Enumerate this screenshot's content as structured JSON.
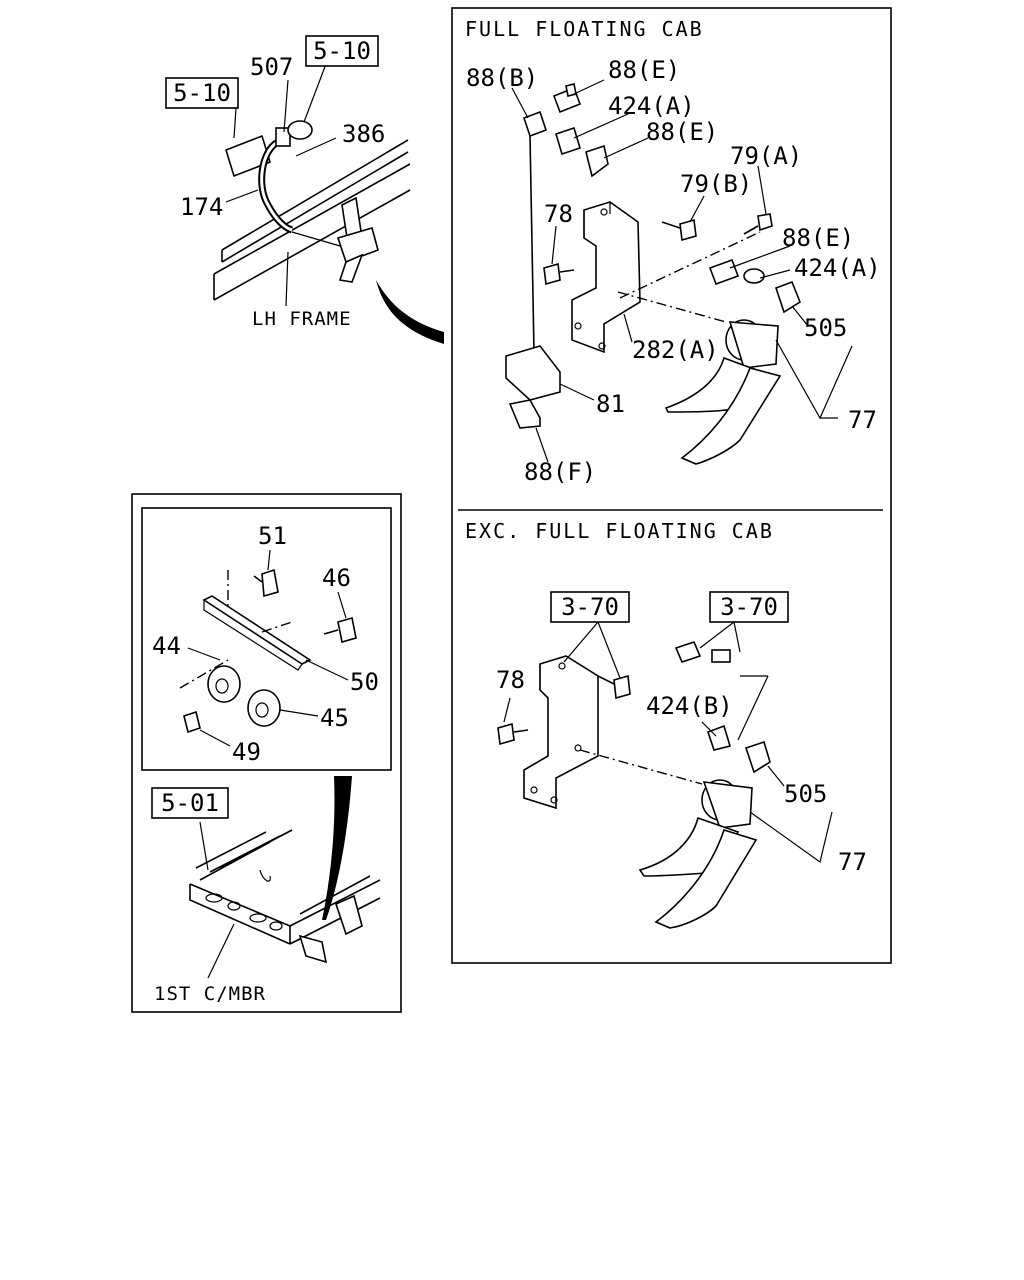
{
  "panels": {
    "full_floating": {
      "title": "FULL FLOATING CAB"
    },
    "exc_full_floating": {
      "title": "EXC. FULL FLOATING CAB"
    }
  },
  "top_left": {
    "ref_boxes": [
      "5-10",
      "5-10"
    ],
    "labels": [
      "507",
      "386",
      "174"
    ],
    "frame_label": "LH FRAME"
  },
  "full_floating_labels": [
    "88(B)",
    "88(E)",
    "424(A)",
    "88(E)",
    "79(A)",
    "79(B)",
    "78",
    "88(E)",
    "424(A)",
    "505",
    "282(A)",
    "81",
    "77",
    "88(F)"
  ],
  "exc_labels": {
    "ref_boxes": [
      "3-70",
      "3-70"
    ],
    "labels": [
      "78",
      "424(B)",
      "505",
      "77"
    ]
  },
  "inset": {
    "labels": [
      "51",
      "46",
      "44",
      "50",
      "45",
      "49"
    ]
  },
  "bottom_left": {
    "ref_box": "5-01",
    "member_label": "1ST C/MBR"
  }
}
